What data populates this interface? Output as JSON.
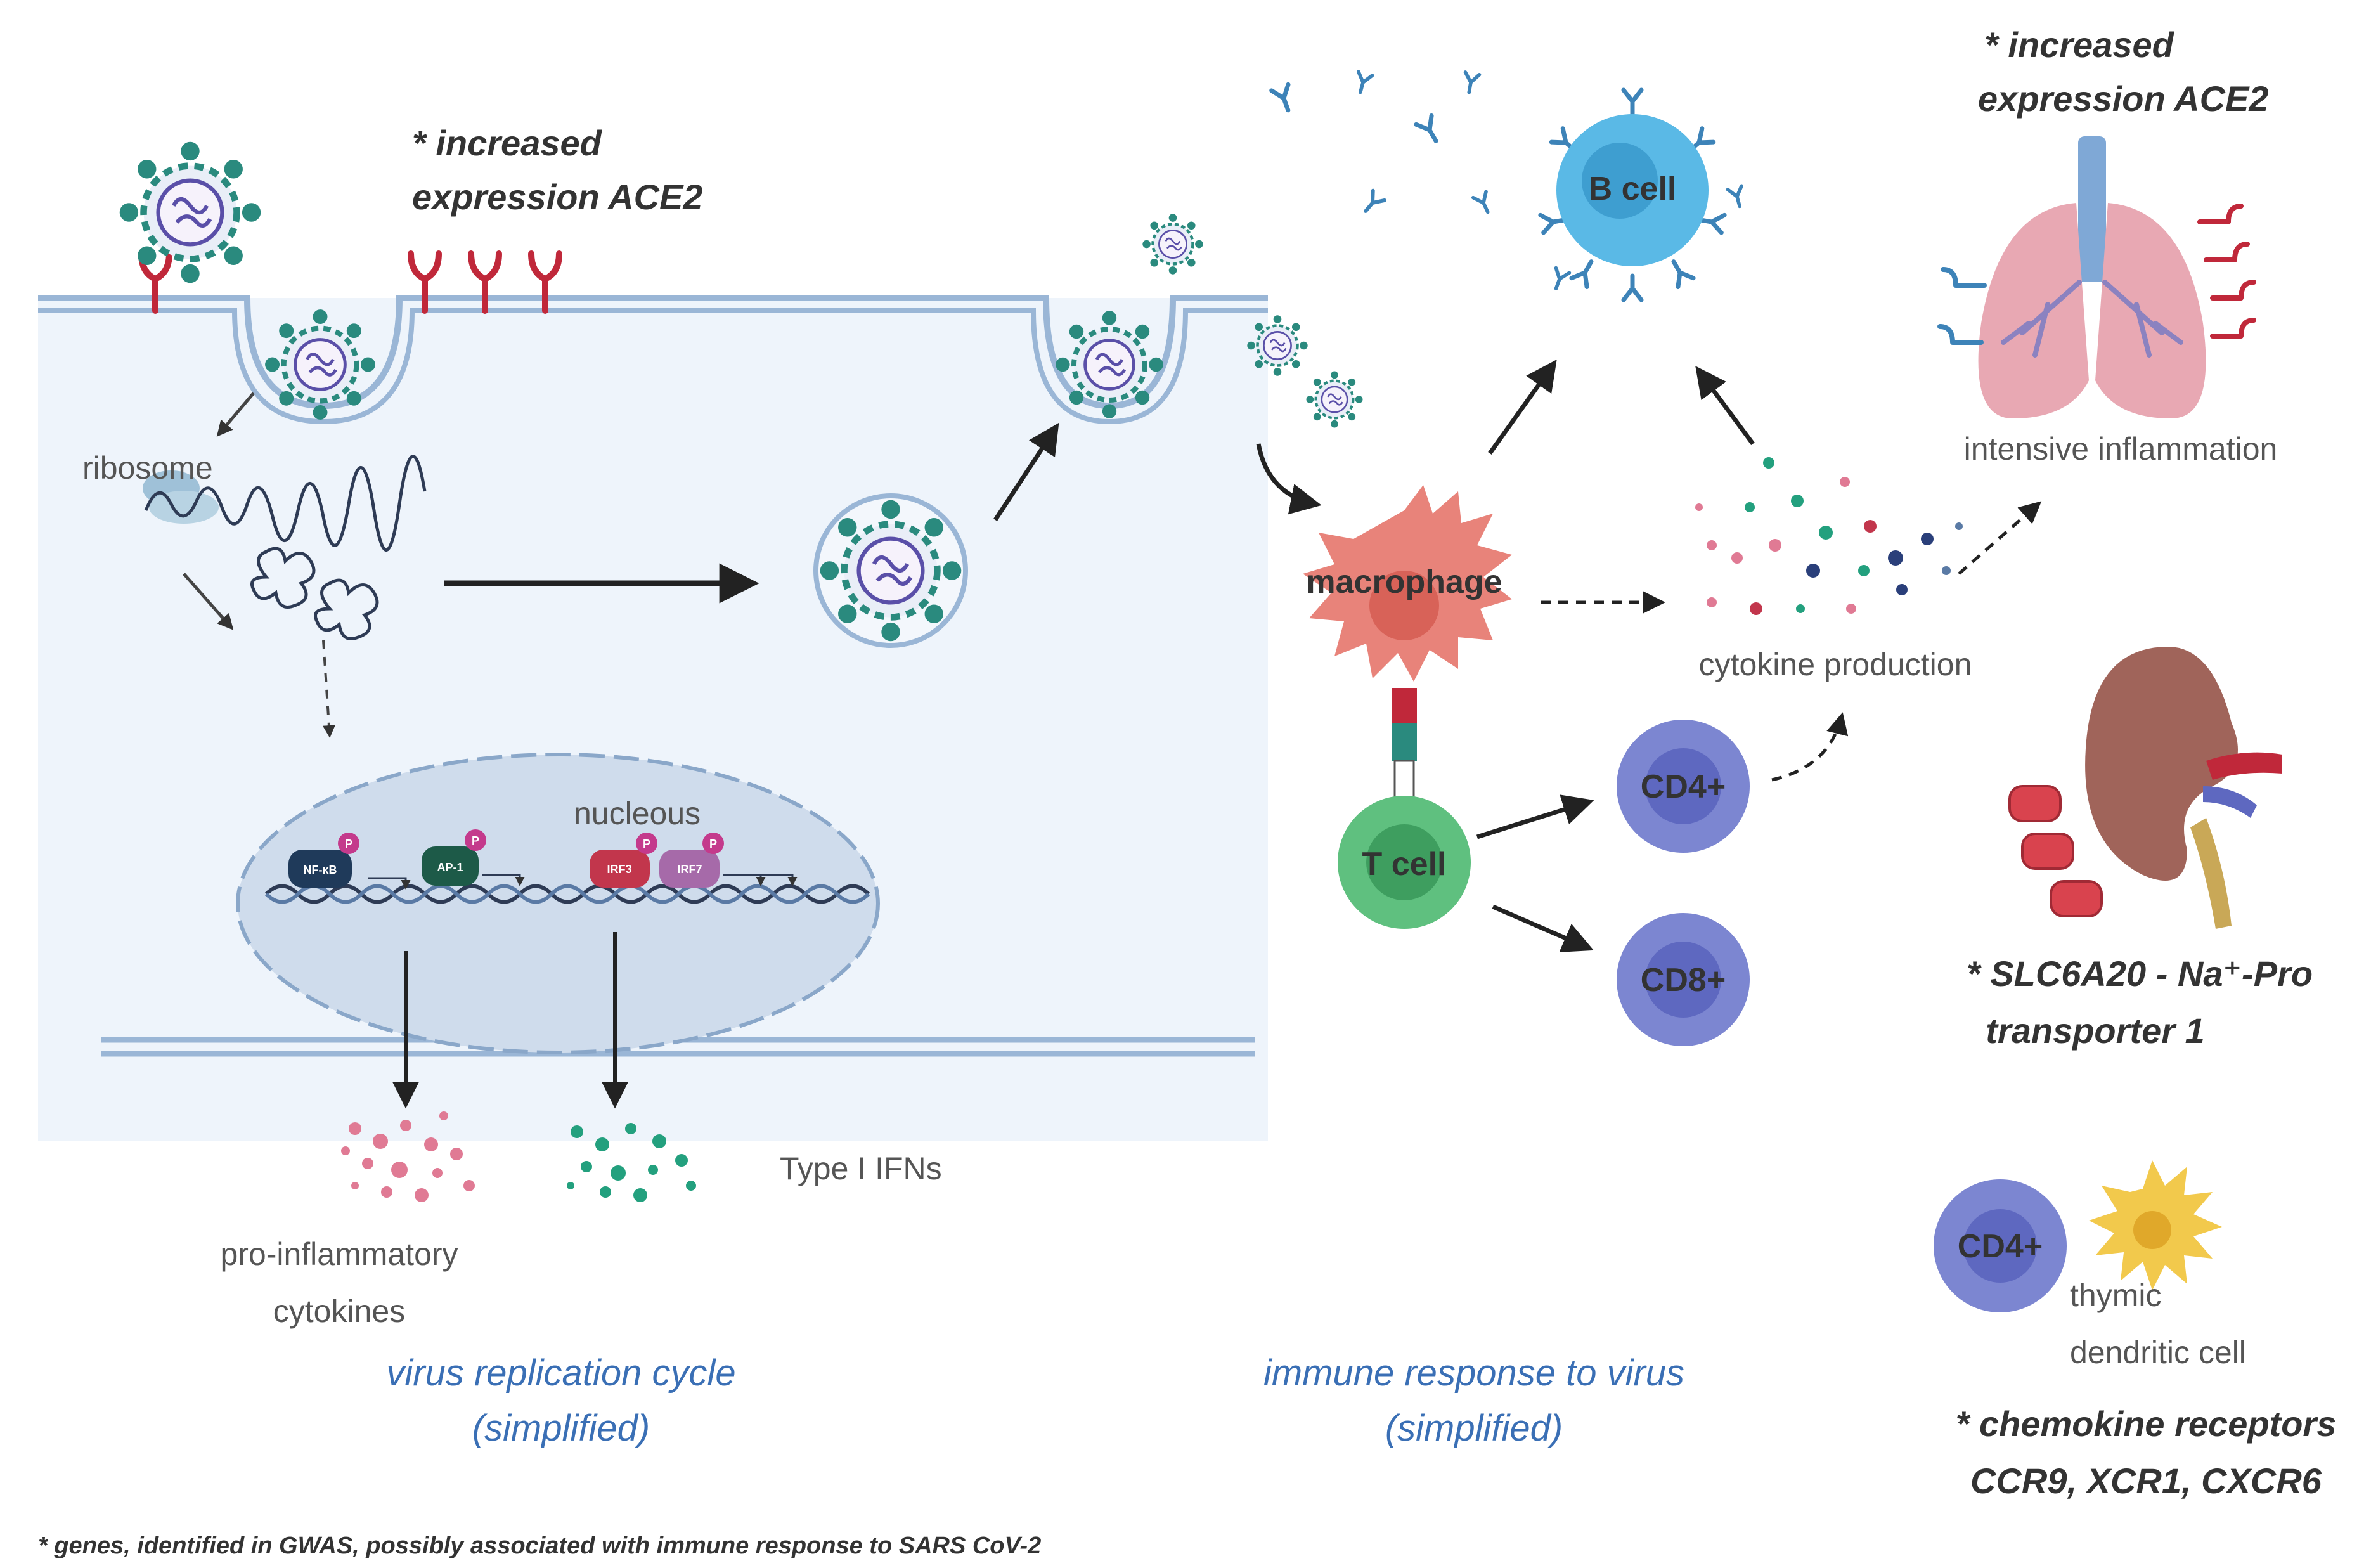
{
  "notes": {
    "ace2_cell": [
      "* increased",
      "expression ACE2"
    ],
    "ace2_lung": [
      "* increased",
      "expression ACE2"
    ],
    "slc6a20": [
      "* SLC6A20 - Na⁺-Pro",
      "transporter 1"
    ],
    "chemokine": [
      "* chemokine receptors",
      "CCR9, XCR1, CXCR6"
    ]
  },
  "labels": {
    "ribosome": "ribosome",
    "nucleous": "nucleous",
    "type1_ifns": "Type I IFNs",
    "pro_inflammatory": [
      "pro-inflammatory",
      "cytokines"
    ],
    "cytokine_production": "cytokine production",
    "intensive_inflammation": "intensive inflammation",
    "thymic_dc": [
      "thymic",
      "dendritic cell"
    ]
  },
  "cells": {
    "b_cell": "B cell",
    "macrophage": "macrophage",
    "t_cell": "T cell",
    "cd4": "CD4+",
    "cd8": "CD8+",
    "cd4_thymic": "CD4+"
  },
  "transcription_factors": [
    "NF-κB",
    "AP-1",
    "IRF3",
    "IRF7"
  ],
  "phospho_mark": "P",
  "captions": {
    "replication": [
      "virus replication cycle",
      "(simplified)"
    ],
    "immune": [
      "immune response to virus",
      "(simplified)"
    ]
  },
  "footnote": "* genes, identified in GWAS,  possibly associated  with immune response to SARS CoV-2",
  "colors": {
    "cell_interior": "#eef4fb",
    "membrane": "#9ab6d6",
    "receptor": "#c0283a",
    "virus_teal": "#2a8a7e",
    "virus_purple": "#5a4fa8",
    "caption_blue": "#3a6fb5",
    "b_cell": "#5ab9e6",
    "macrophage": "#e8837a",
    "t_cell": "#5fc07f",
    "cd_cell": "#5e68c0",
    "lung": "#e8a8b3",
    "kidney": "#a0645a",
    "dendritic": "#f2c94c"
  }
}
